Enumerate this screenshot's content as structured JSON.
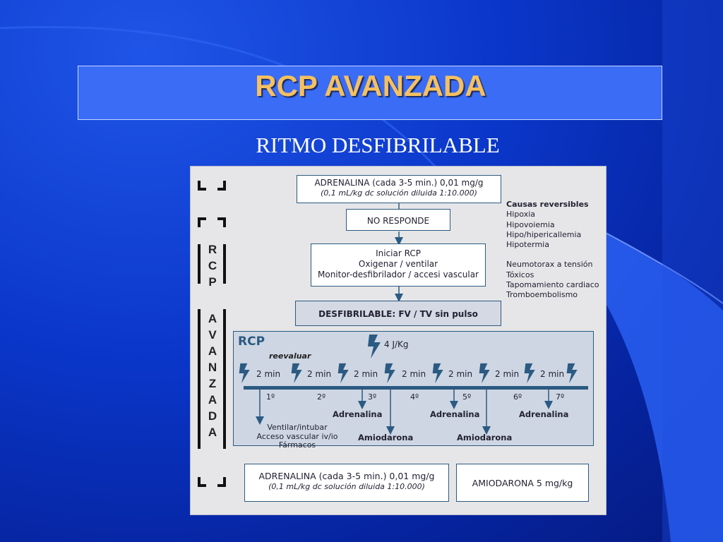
{
  "slide": {
    "title": "RCP AVANZADA",
    "subtitle": "RITMO DESFIBRILABLE"
  },
  "diagram": {
    "side_letters": [
      "R",
      "C",
      "P",
      "A",
      "V",
      "A",
      "N",
      "Z",
      "A",
      "D",
      "A"
    ],
    "top_box": {
      "line1": "ADRENALINA (cada 3-5 min.) 0,01 mg/g",
      "line2": "(0,1 mL/kg dc solución diluida 1:10.000)"
    },
    "no_responde": "NO RESPONDE",
    "iniciar_box": {
      "line1": "Iniciar RCP",
      "line2": "Oxigenar / ventilar",
      "line3": "Monitor-desfibrilador / accesi vascular"
    },
    "desfib_box": "DESFIBRILABLE: FV / TV sin pulso",
    "causes": {
      "heading": "Causas reversibles",
      "group1": [
        "Hipoxia",
        "Hipovoiemia",
        "Hipo/hipericallemia",
        "Hipotermia"
      ],
      "group2": [
        "Neumotorax a tensión",
        "Tóxicos",
        "Tapomamiento cardiaco",
        "Tromboembolismo"
      ]
    },
    "rcp_region": {
      "label": "RCP",
      "reevaluar": "reevaluar",
      "energy": "4 J/Kg",
      "intervals": [
        "2 min",
        "2 min",
        "2 min",
        "2 min",
        "2 min",
        "2 min",
        "2 min"
      ],
      "ordinals": [
        "1º",
        "2º",
        "3º",
        "4º",
        "5º",
        "6º",
        "7º"
      ],
      "ventilar": [
        "Ventilar/intubar",
        "Acceso vascular iv/io",
        "Fármacos"
      ],
      "adrenalina_labels": [
        "Adrenalina",
        "Adrenalina",
        "Adrenalina"
      ],
      "amiodarona_labels": [
        "Amiodarona",
        "Amiodarona"
      ]
    },
    "bottom_left_box": {
      "line1": "ADRENALINA (cada 3-5 min.) 0,01 mg/g",
      "line2": "(0,1 mL/kg dc solución diluida 1:10.000)"
    },
    "bottom_right_box": "AMIODARONA 5 mg/kg",
    "colors": {
      "box_border": "#2b5a82",
      "rcp_fill": "#ced6e3",
      "title_text": "#f5c060",
      "slide_bg": "#0a36c8"
    },
    "icons": [
      "shock-bolt-icon"
    ]
  }
}
